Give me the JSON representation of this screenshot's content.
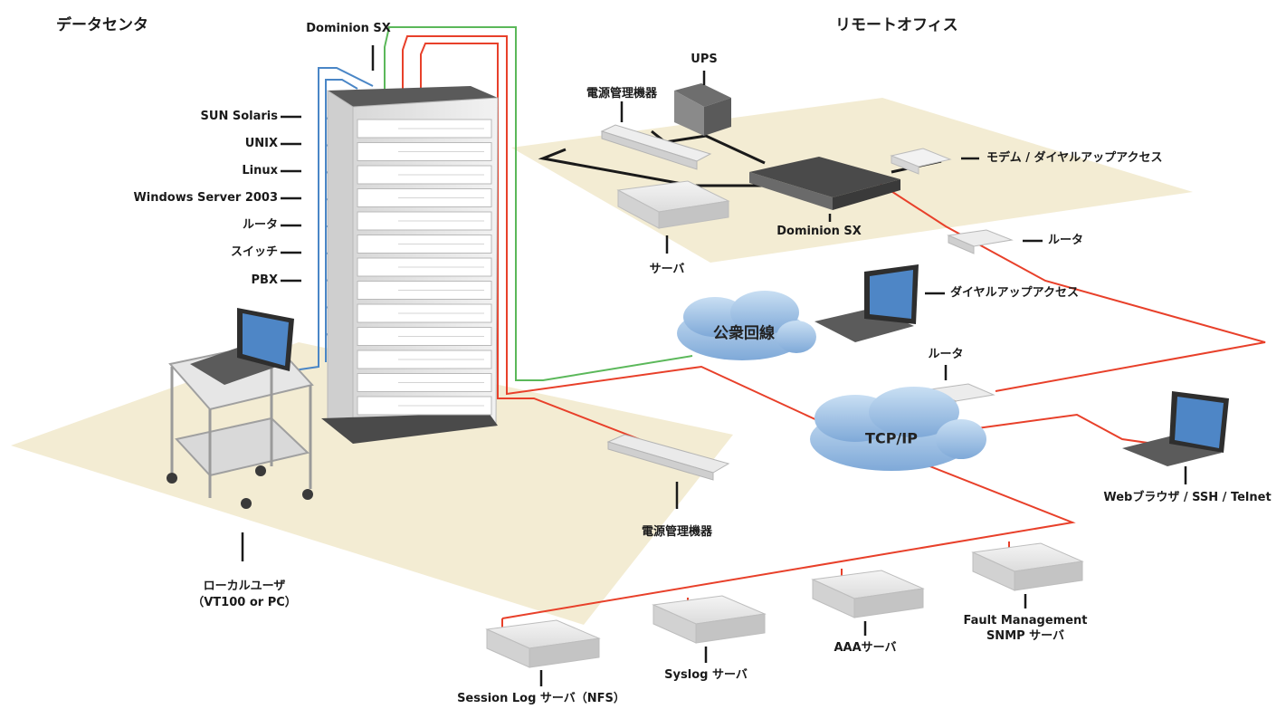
{
  "sections": {
    "datacenter": "データセンタ",
    "remote_office": "リモートオフィス"
  },
  "datacenter": {
    "rack_label": "Dominion SX",
    "devices": [
      "SUN Solaris",
      "UNIX",
      "Linux",
      "Windows Server 2003",
      "ルータ",
      "スイッチ",
      "PBX"
    ],
    "pdu_label": "電源管理機器",
    "local_user_line1": "ローカルユーザ",
    "local_user_line2": "（VT100 or PC）"
  },
  "remote": {
    "ups": "UPS",
    "pdu": "電源管理機器",
    "modem": "モデム / ダイヤルアップアクセス",
    "dominion": "Dominion SX",
    "server": "サーバ",
    "router": "ルータ"
  },
  "network": {
    "pstn_cloud": "公衆回線",
    "dialup_access": "ダイヤルアップアクセス",
    "tcpip_cloud": "TCP/IP",
    "router": "ルータ",
    "web_client": "Webブラウザ / SSH / Telnet"
  },
  "servers": {
    "session_log": "Session Log サーバ（NFS）",
    "syslog": "Syslog サーバ",
    "aaa": "AAAサーバ",
    "fault_line1": "Fault Management",
    "fault_line2": "SNMP サーバ"
  },
  "colors": {
    "floor": "#f3ecd3",
    "cable_red": "#e8402a",
    "cable_green": "#5bb85a",
    "cable_blue": "#4a86c6",
    "cable_black": "#1a1a1a",
    "cloud": "#9cc2e6"
  }
}
